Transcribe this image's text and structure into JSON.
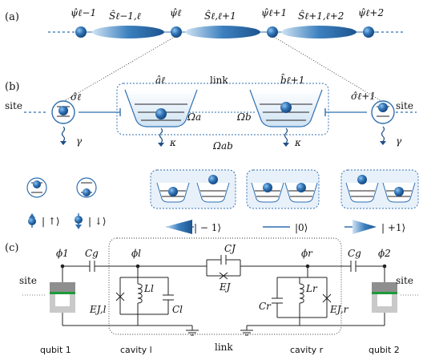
{
  "panels": {
    "a": "(a)",
    "b": "(b)",
    "c": "(c)"
  },
  "panel_a": {
    "site_labels": [
      "ψ̂ℓ−1",
      "ψ̂ℓ",
      "ψ̂ℓ+1",
      "ψ̂ℓ+2"
    ],
    "link_labels": [
      "Ŝℓ−1,ℓ",
      "Ŝℓ,ℓ+1",
      "Ŝℓ+1,ℓ+2"
    ]
  },
  "panel_b": {
    "site_left": "site",
    "site_right": "site",
    "link": "link",
    "sigma_left": "σ̂ℓ",
    "sigma_right": "σ̂ℓ+1",
    "a_op": "âℓ",
    "b_op": "b̂ℓ+1",
    "omega_a": "Ωa",
    "omega_b": "Ωb",
    "omega_ab": "Ωab",
    "kappa": "κ",
    "gamma": "γ",
    "spin_up": "| ↑⟩",
    "spin_down": "| ↓⟩",
    "state_minus": "| − 1⟩",
    "state_zero": "|0⟩",
    "state_plus": "| +1⟩"
  },
  "panel_c": {
    "phi_1": "ϕ1",
    "phi_l": "ϕl",
    "phi_r": "ϕr",
    "phi_2": "ϕ2",
    "Cg_left": "Cg",
    "Cg_right": "Cg",
    "CJ": "CJ",
    "EJ": "EJ",
    "Ll": "Ll",
    "Cl": "Cl",
    "EJl": "EJ,l",
    "Lr": "Lr",
    "Cr": "Cr",
    "EJr": "EJ,r",
    "site_left": "site",
    "site_right": "site",
    "qubit1": "qubit 1",
    "qubit2": "qubit 2",
    "cavity_l": "cavity l",
    "cavity_r": "cavity r",
    "link": "link"
  },
  "colors": {
    "accent": "#2f6fb0",
    "dark": "#1f4f86",
    "light": "#a9cbe6",
    "green": "#1f9a3a",
    "gray": "#9a9a9a"
  }
}
